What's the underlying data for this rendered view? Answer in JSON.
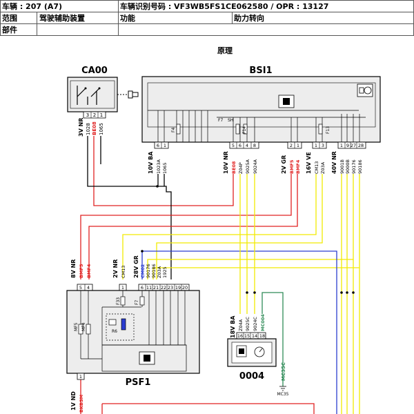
{
  "header": {
    "vehicle": "车辆 : 207 (A7)",
    "vin_label": "车辆识别号码 : VF3WB5FS1CE062580 / OPR : 13127",
    "scope_label": "范围",
    "scope_value": "驾驶辅助装置",
    "function_label": "功能",
    "function_value": "助力转向",
    "component_label": "部件",
    "component_value": ""
  },
  "diagram": {
    "title": "原理",
    "components": {
      "ca00": "CA00",
      "bsi1": "BSI1",
      "psf1": "PSF1",
      "c0004": "0004"
    },
    "connectors": {
      "ca00": "3V NR",
      "bsi_a": "10V BA",
      "bsi_b": "10V NR",
      "bsi_c": "2V GR",
      "bsi_d": "16V VE",
      "bsi_e": "40V NR",
      "psf_a": "8V NR",
      "psf_b": "2V NR",
      "psf_c": "28V GR",
      "psf_d": "1V ND",
      "c0004": "18V BA"
    },
    "pins": {
      "ca00": [
        "3",
        "2",
        "1"
      ],
      "bsi_a": [
        "6",
        "1"
      ],
      "bsi_b": [
        "5",
        "6",
        "4",
        "8"
      ],
      "bsi_c": [
        "2",
        "1"
      ],
      "bsi_d": [
        "1",
        "3"
      ],
      "bsi_e": [
        "1",
        "9",
        "27",
        "28"
      ],
      "psf_a": [
        "5",
        "4"
      ],
      "psf_b": [
        "1"
      ],
      "psf_c": [
        "6",
        "11",
        "21",
        "22",
        "23",
        "19",
        "20"
      ],
      "psf_d": [
        "1"
      ],
      "c0004": [
        "16",
        "15",
        "14",
        "18"
      ]
    },
    "wires": {
      "ca00": [
        "1028",
        "BE08",
        "1065"
      ],
      "bsi_a": [
        "1023A",
        "1065"
      ],
      "bsi_b": [
        "BE08",
        "Z04P",
        "9025A",
        "9024A"
      ],
      "bsi_c": [
        "BMF5",
        "BMF4"
      ],
      "bsi_d": [
        "CM13",
        "Z03A"
      ],
      "bsi_e": [
        "9001B",
        "9000B",
        "90176",
        "90186"
      ],
      "psf_a": [
        "BMF5",
        "BMF4"
      ],
      "psf_b": [
        "CM13"
      ],
      "psf_c": [
        "CM02",
        "90176",
        "90186",
        "Z03A",
        "1925"
      ],
      "psf_d": [
        "BKBSM"
      ],
      "c0004": [
        "Z04A",
        "9025C",
        "9024C",
        "MC004"
      ]
    },
    "internal": {
      "f4": "F4",
      "f7": "F7",
      "sh": "SH",
      "f14": "F14",
      "f13": "F13",
      "mf5": "MF5",
      "mf4": "MF4",
      "f33": "F33",
      "f7b": "F7",
      "r6": "R6"
    },
    "ground": {
      "mc35c": "MC35C",
      "mc35": "MC35"
    }
  },
  "colors": {
    "red": "#e02020",
    "yellow": "#f2ea00",
    "blue": "#2a3cd0",
    "green": "#2e8b57",
    "black": "#000000",
    "gray": "#9a9a9a",
    "box": "#ededed"
  }
}
